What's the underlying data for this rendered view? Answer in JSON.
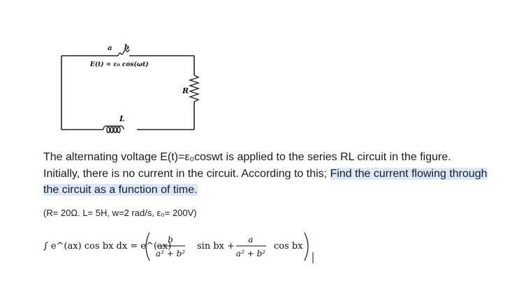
{
  "circuit": {
    "node_a": "a",
    "node_b": "b",
    "source_formula": "E(t) = ε₀ cos(ωt)",
    "resistor_label": "R",
    "inductor_label": "L"
  },
  "problem": {
    "text_normal": "The alternating voltage E(t)=ε₀coswt is applied to the series RL circuit in the figure. Initially, there is no current in the circuit. According to this; ",
    "text_highlighted": "Find the current flowing through the circuit as a function of time."
  },
  "given": "(R= 20Ω. L= 5H, w=2 rad/s, ε₀= 200V)",
  "integral_formula": {
    "lhs": "∫ e^(ax) cos bx dx = e^(ax)",
    "term1_numerator": "b",
    "term1_denominator": "a² + b²",
    "term1_function": "sin bx +",
    "term2_numerator": "a",
    "term2_denominator": "a² + b²",
    "term2_function": "cos bx"
  }
}
